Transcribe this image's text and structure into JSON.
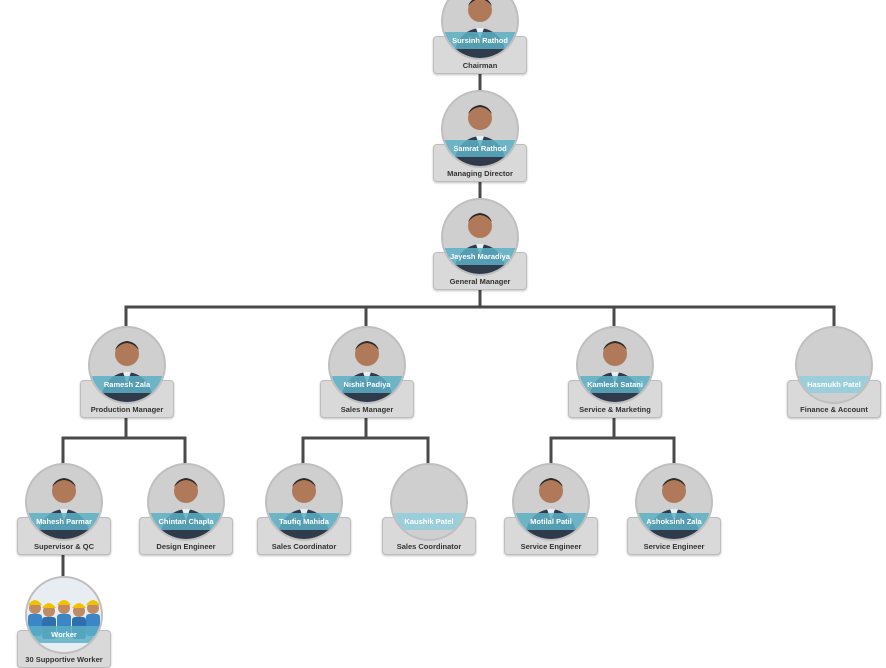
{
  "people": [
    {
      "id": "chairman",
      "name": "Sursinh Rathod",
      "role": "Chairman",
      "photo": "person-photo"
    },
    {
      "id": "md",
      "name": "Samrat Rathod",
      "role": "Managing Director",
      "photo": "person-photo"
    },
    {
      "id": "gm",
      "name": "Jayesh Maradiya",
      "role": "General Manager",
      "photo": "person-photo"
    },
    {
      "id": "prod-mgr",
      "name": "Ramesh Zala",
      "role": "Production Manager",
      "photo": "person-photo"
    },
    {
      "id": "sales-mgr",
      "name": "Nishit Padiya",
      "role": "Sales Manager",
      "photo": "person-photo"
    },
    {
      "id": "service-mgr",
      "name": "Kamlesh Satani",
      "role": "Service & Marketing",
      "photo": "person-photo"
    },
    {
      "id": "finance",
      "name": "Hasmukh Patel",
      "role": "Finance & Account",
      "photo": "blank"
    },
    {
      "id": "supervisor",
      "name": "Mahesh Parmar",
      "role": "Supervisor & QC",
      "photo": "person-photo"
    },
    {
      "id": "design",
      "name": "Chintan Chapla",
      "role": "Design Engineer",
      "photo": "person-photo"
    },
    {
      "id": "sales-coord-1",
      "name": "Taufiq Mahida",
      "role": "Sales Coordinator",
      "photo": "person-photo"
    },
    {
      "id": "sales-coord-2",
      "name": "Kaushik Patel",
      "role": "Sales Coordinator",
      "photo": "blank"
    },
    {
      "id": "service-eng-1",
      "name": "Motilal Patil",
      "role": "Service Engineer",
      "photo": "person-photo"
    },
    {
      "id": "service-eng-2",
      "name": "Ashoksinh Zala",
      "role": "Service Engineer",
      "photo": "person-photo"
    },
    {
      "id": "workers",
      "name": "Worker",
      "role": "30 Supportive Worker",
      "photo": "workers-photo"
    }
  ],
  "reports_to": [
    [
      "md",
      "chairman"
    ],
    [
      "gm",
      "md"
    ],
    [
      "prod-mgr",
      "gm"
    ],
    [
      "sales-mgr",
      "gm"
    ],
    [
      "service-mgr",
      "gm"
    ],
    [
      "finance",
      "gm"
    ],
    [
      "supervisor",
      "prod-mgr"
    ],
    [
      "design",
      "prod-mgr"
    ],
    [
      "sales-coord-1",
      "sales-mgr"
    ],
    [
      "sales-coord-2",
      "sales-mgr"
    ],
    [
      "service-eng-1",
      "service-mgr"
    ],
    [
      "service-eng-2",
      "service-mgr"
    ],
    [
      "workers",
      "supervisor"
    ]
  ],
  "colors": {
    "connector": "#4a4a4a",
    "band": "#5cafc4",
    "card": "#d9d9d9",
    "text": "#333333"
  }
}
